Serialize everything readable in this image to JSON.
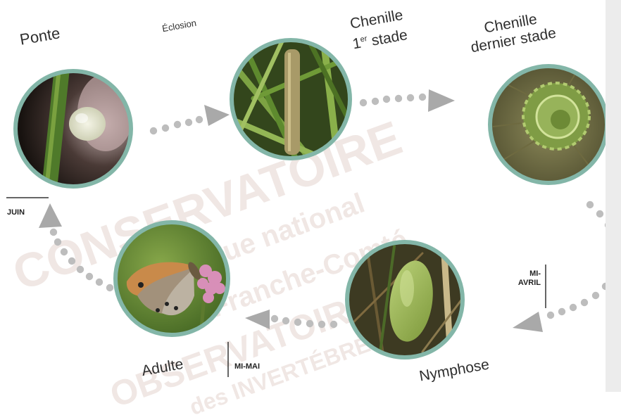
{
  "watermark": {
    "line1": "CONSERVATOIRE",
    "line2": "botanique national",
    "line3": "de Franche-Comté",
    "line4": "OBSERVATOIRE",
    "line5": "des INVERTÉBRÉS"
  },
  "stages": {
    "ponte": "Ponte",
    "eclosion": "Éclosion",
    "chenille1_line1": "Chenille",
    "chenille1_num": "1",
    "chenille1_sup": "er",
    "chenille1_word": "stade",
    "chenille2_line1": "Chenille",
    "chenille2_line2": "dernier stade",
    "nymphose": "Nymphose",
    "adulte": "Adulte"
  },
  "dates": {
    "juin": "JUIN",
    "mi_avril_1": "MI-",
    "mi_avril_2": "AVRIL",
    "mi_mai": "MI-MAI"
  },
  "colors": {
    "ring": "#83b6a8",
    "arrow": "#a9a9a9",
    "dots": "#bdbdbd",
    "watermark": "#f0e7e4",
    "sidebar": "#ececec"
  },
  "icons": {
    "photo_egg": "egg-on-stem-photo",
    "photo_caterpillar_first": "young-caterpillar-photo",
    "photo_caterpillar_last": "curled-caterpillar-photo",
    "photo_chrysalis": "chrysalis-photo",
    "photo_adult": "heath-butterfly-photo"
  }
}
